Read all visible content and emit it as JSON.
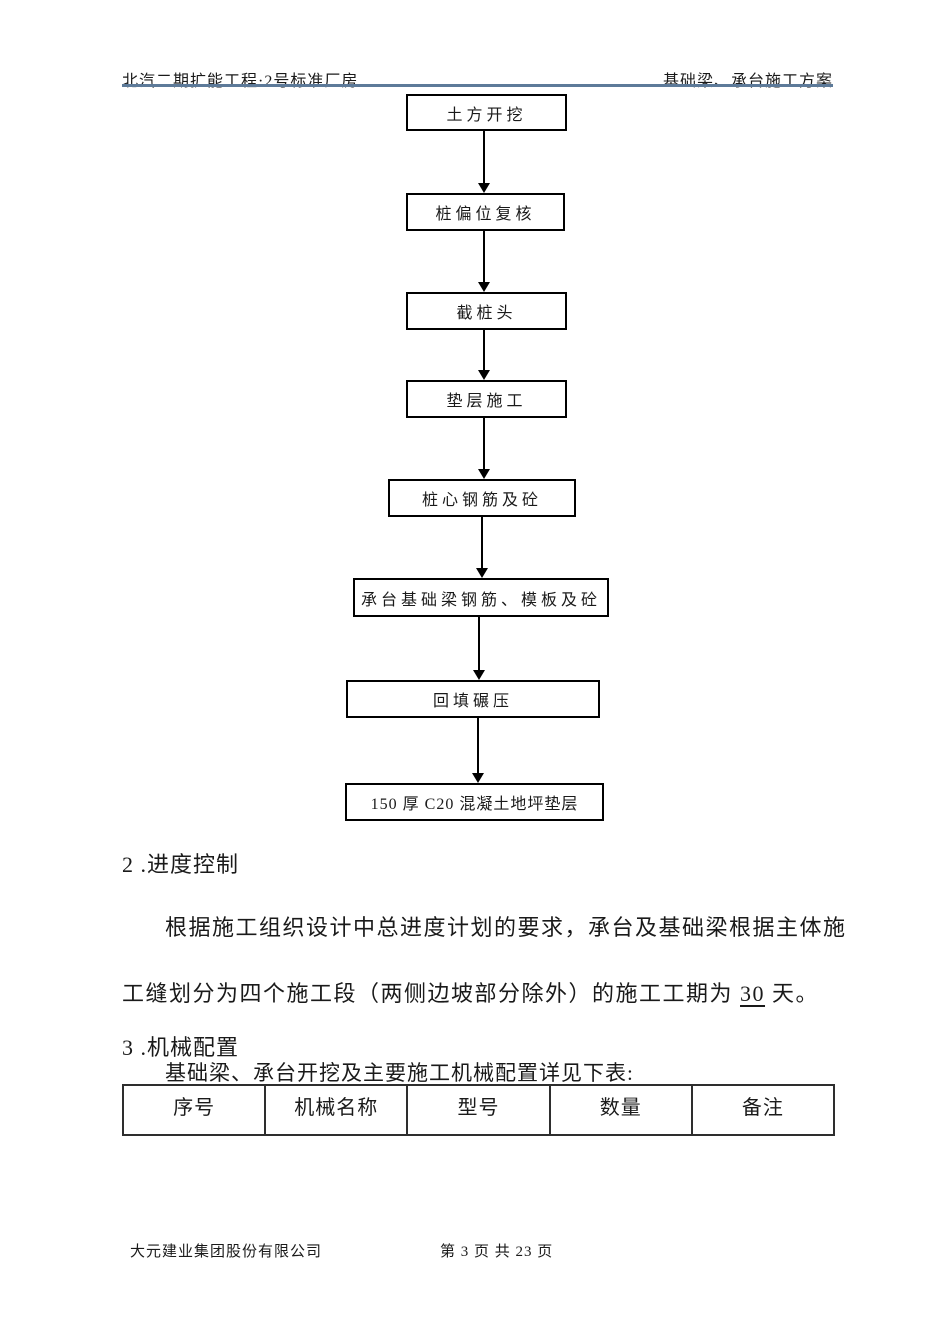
{
  "header": {
    "project_title": "北汽二期扩能工程·2号标准厂房",
    "doc_title": "基础梁、承台施工方案",
    "rule_color": "#5d7a99"
  },
  "flowchart": {
    "steps": [
      "土方开挖",
      "桩偏位复核",
      "截桩头",
      "垫层施工",
      "桩心钢筋及砼",
      "承台基础梁钢筋、模板及砼",
      "回填碾压",
      "150 厚 C20 混凝土地坪垫层"
    ]
  },
  "progress_section": {
    "heading": "2 .进度控制",
    "line1": "根据施工组织设计中总进度计划的要求，承台及基础梁根据主体施",
    "line2_pre": "工缝划分为四个施工段（两侧边坡部分除外）的施工工期为 ",
    "duration_days": "30",
    "line2_post": " 天。"
  },
  "machinery_section": {
    "heading": "3 .机械配置",
    "intro": "基础梁、承台开挖及主要施工机械配置详见下表:",
    "table_columns": [
      "序号",
      "机械名称",
      "型号",
      "数量",
      "备注"
    ]
  },
  "footer": {
    "company": "大元建业集团股份有限公司",
    "page_info": "第 3 页 共 23 页"
  }
}
